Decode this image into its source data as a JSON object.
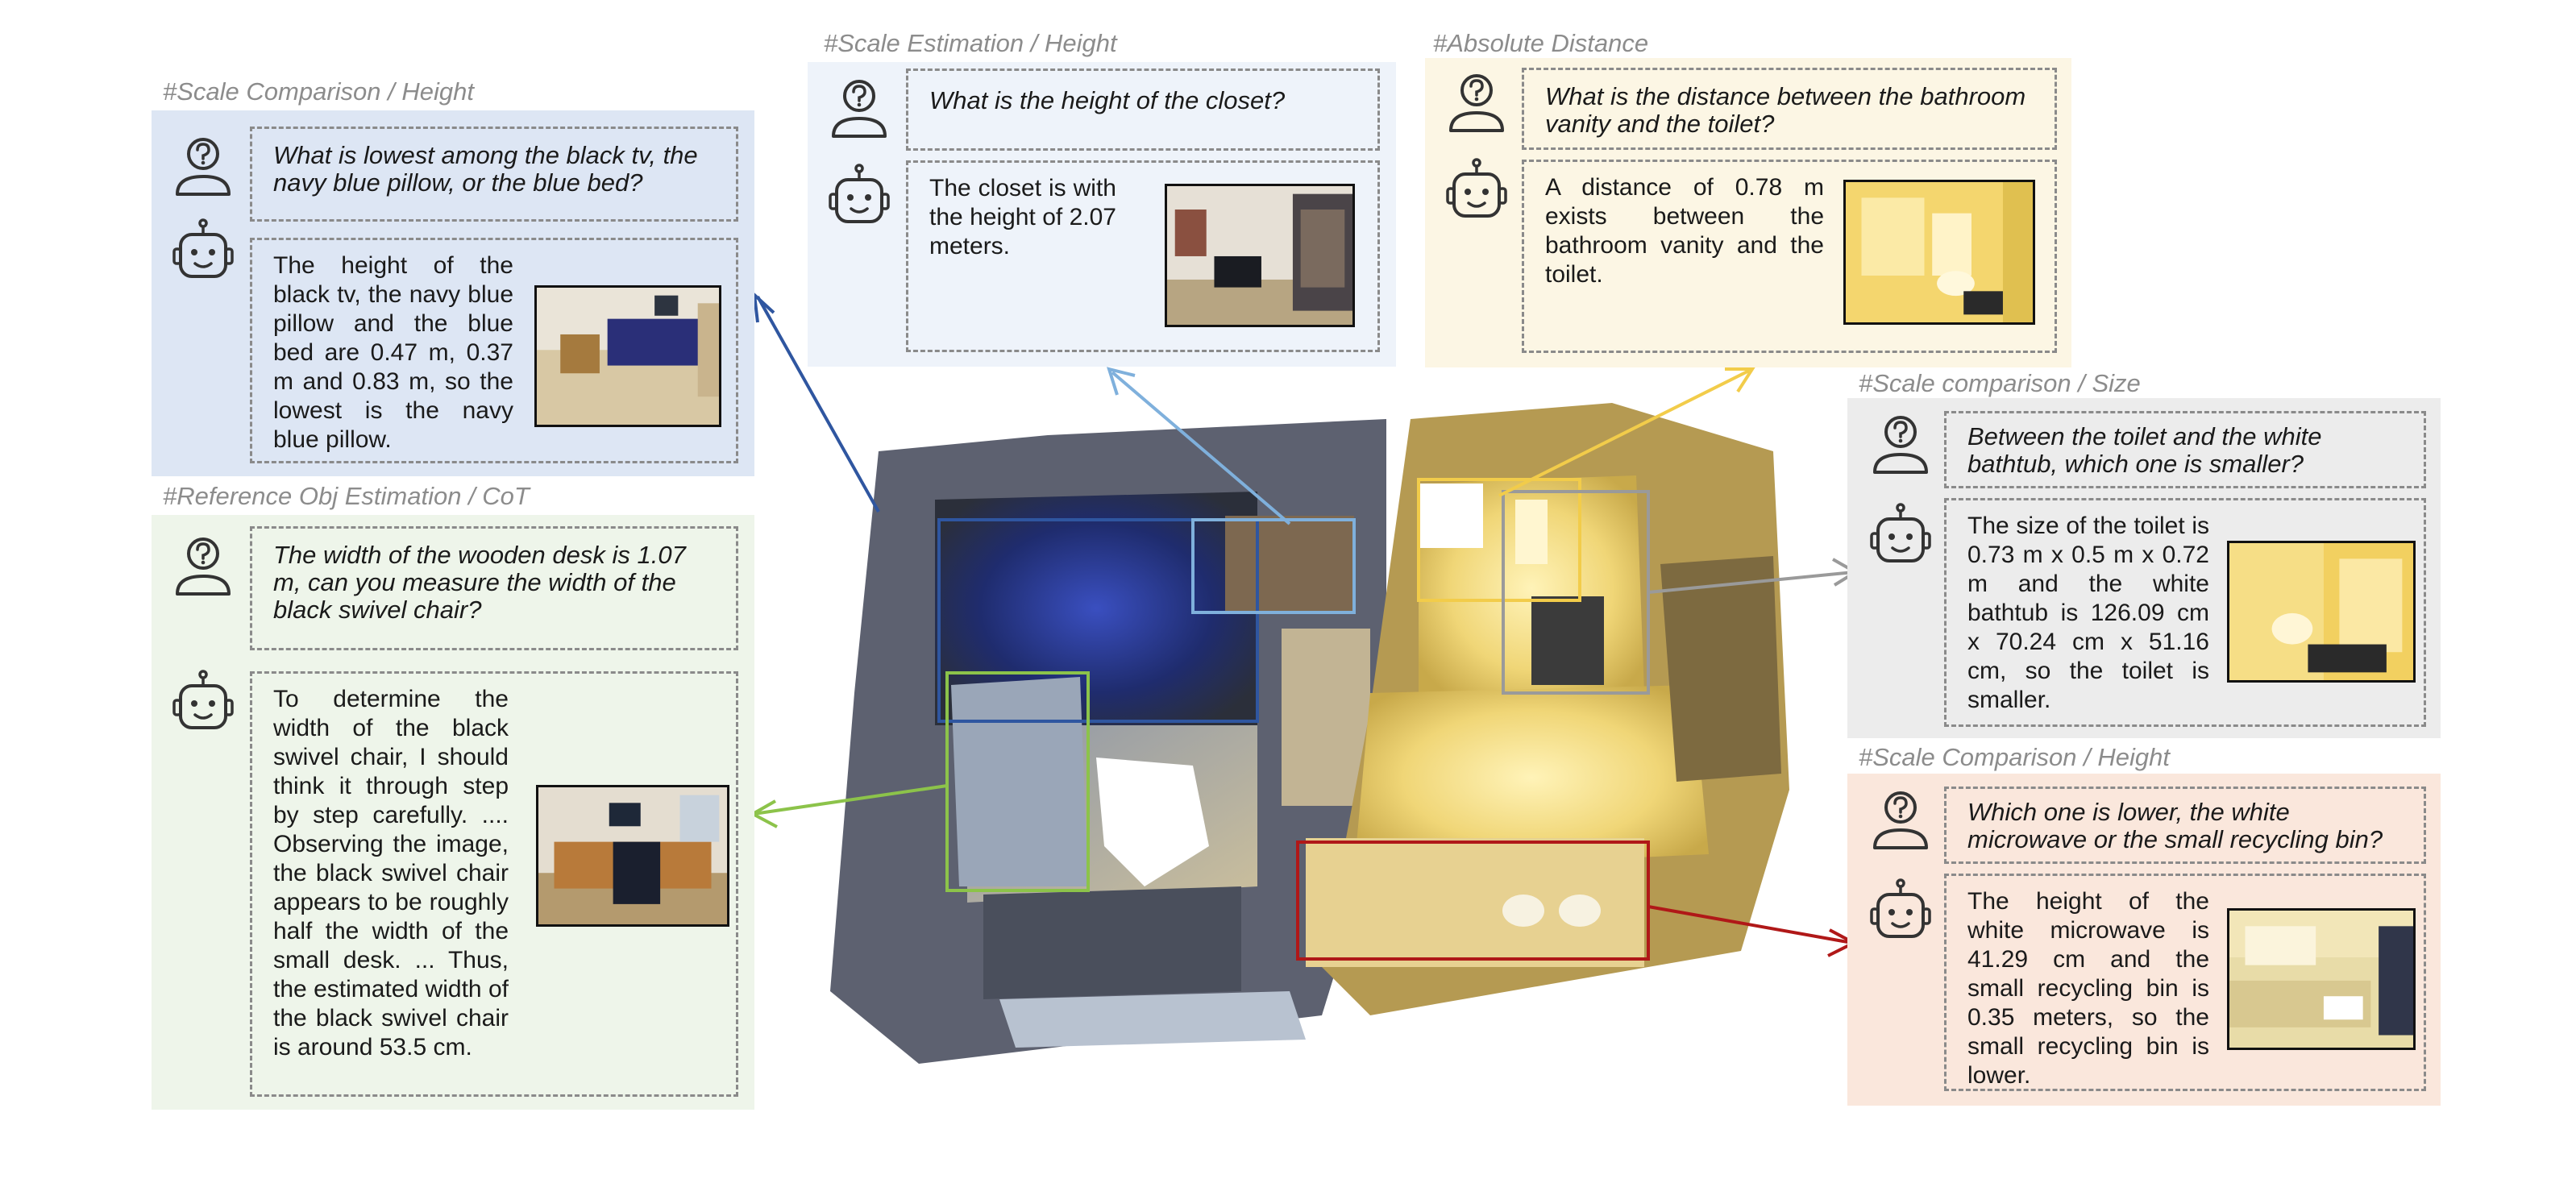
{
  "panels": {
    "p1": {
      "tag": "#Scale Comparison / Height",
      "question": "What is lowest among the black tv, the navy blue pillow, or the blue bed?",
      "answer": "The height of the black tv, the navy blue pillow and the blue bed are 0.47 m, 0.37 m and 0.83 m, so the lowest is the navy blue pillow.",
      "bg": "#dde6f4"
    },
    "p2": {
      "tag": "#Reference Obj Estimation / CoT",
      "question": "The width of the wooden desk is 1.07 m, can you measure the width of the black swivel chair?",
      "answer": "To determine the width of the black swivel chair, I should think it through step by step carefully. .... Observing the image, the black swivel chair appears to be roughly half the width of the small desk. ... Thus, the estimated width of the black swivel chair is around 53.5 cm.",
      "bg": "#eef5ea"
    },
    "p3": {
      "tag": "#Scale Estimation / Height",
      "question": "What is the height of the closet?",
      "answer": "The closet is with the height of 2.07 meters.",
      "bg": "#eef3fa"
    },
    "p4": {
      "tag": "#Absolute Distance",
      "question": "What is the distance between the bathroom vanity and the toilet?",
      "answer": "A distance of 0.78 m exists between the bathroom vanity and the toilet.",
      "bg": "#fcf6e4"
    },
    "p5": {
      "tag": "#Scale comparison / Size",
      "question": "Between the toilet and the white bathtub, which one is smaller?",
      "answer": "The size of the toilet is 0.73 m x 0.5 m x 0.72 m and the white bathtub is 126.09 cm x 70.24 cm x 51.16 cm, so the toilet is smaller.",
      "bg": "#ececec"
    },
    "p6": {
      "tag": "#Scale Comparison / Height",
      "question": "Which one is lower, the white microwave or the small recycling bin?",
      "answer": "The height of the white microwave is 41.29 cm and the small recycling bin is 0.35 meters, so the small recycling bin is lower.",
      "bg": "#fae7dc"
    }
  },
  "colors": {
    "blue_dark": "#2f56a0",
    "blue_light": "#7fb0dc",
    "yellow": "#f2cc4a",
    "gray": "#9a9a9a",
    "green": "#8cc34a",
    "red": "#b01818"
  },
  "icons": {
    "user": "user-question-icon",
    "robot": "robot-icon"
  }
}
